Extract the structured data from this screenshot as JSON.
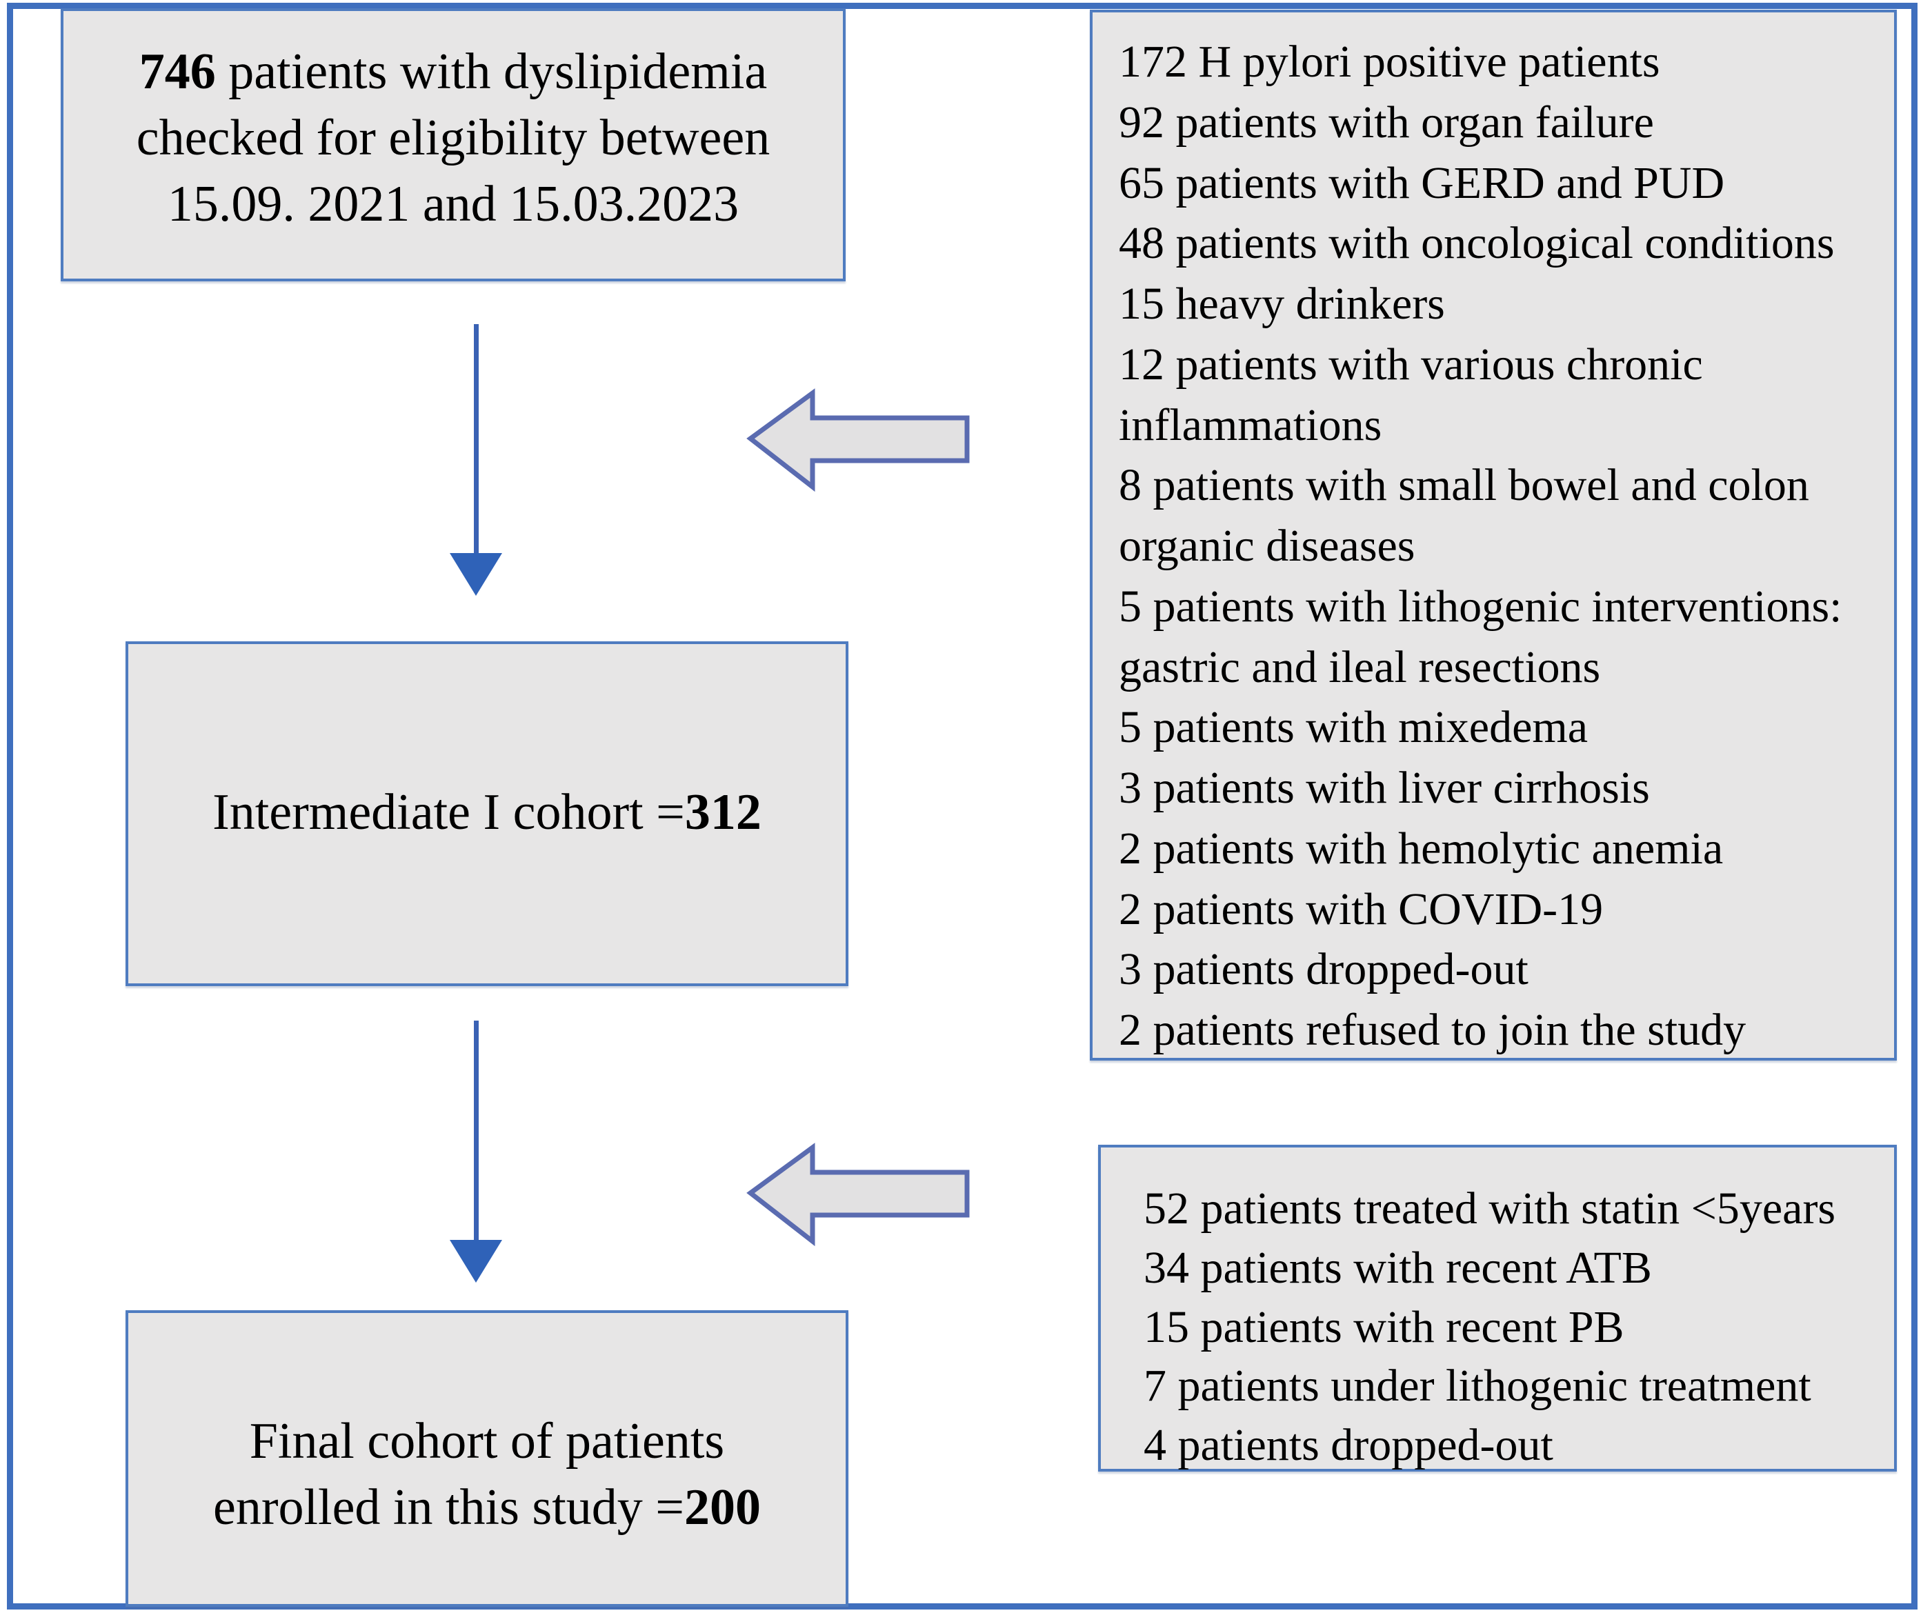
{
  "figure": {
    "type": "study-flow-diagram",
    "frame_color": "#3f6fbe",
    "box_fill": "#e7e6e6",
    "box_border": "#4f7cc0",
    "arrow_color": "#3a62b4"
  },
  "boxes": {
    "eligibility": {
      "count": "746",
      "line1_rest": " patients with dyslipidemia",
      "line2": "checked for eligibility between",
      "line3": "15.09. 2021 and 15.03.2023"
    },
    "intermediate": {
      "label": "Intermediate I cohort =",
      "count": "312"
    },
    "final": {
      "line1": "Final cohort of patients",
      "line2": "enrolled in this study =",
      "count": "200"
    }
  },
  "exclusions_stage1": [
    "172 H pylori positive patients",
    "92 patients with organ failure",
    "65 patients with GERD and PUD",
    "48 patients with oncological conditions",
    "15 heavy drinkers",
    "12 patients with various chronic inflammations",
    "8 patients with small bowel and colon organic diseases",
    "5 patients with lithogenic interventions: gastric and ileal resections",
    "5 patients with mixedema",
    "3 patients with liver cirrhosis",
    "2 patients with hemolytic anemia",
    "2 patients with COVID-19",
    "3 patients dropped-out",
    "2 patients refused to join the study"
  ],
  "exclusions_stage2": [
    "52 patients treated with statin <5years",
    "34 patients with recent ATB",
    "15 patients with recent PB",
    "7 patients under lithogenic treatment",
    "4 patients dropped-out"
  ]
}
